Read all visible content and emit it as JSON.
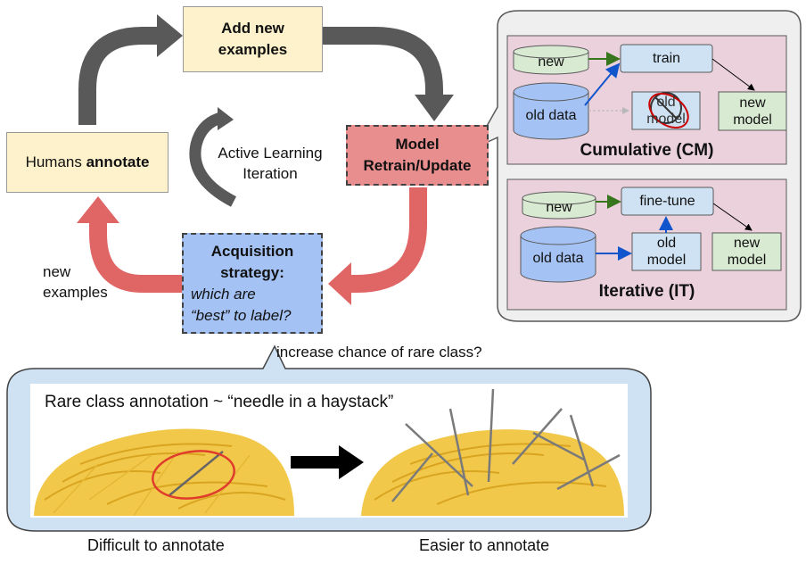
{
  "cycle": {
    "add_examples": "Add new\nexamples",
    "humans_prefix": "Humans ",
    "humans_bold": "annotate",
    "retrain": "Model\nRetrain/Update",
    "acq_title": "Acquisition\nstrategy:",
    "acq_question": "which are\n“best” to label?",
    "active_learning": "Active Learning\nIteration",
    "new_examples_label": "new\nexamples",
    "rare_question": "increase chance of rare class?"
  },
  "cumulative": {
    "title": "Cumulative (CM)",
    "new": "new",
    "old_data": "old data",
    "train": "train",
    "old_model": "old\nmodel",
    "new_model": "new\nmodel"
  },
  "iterative": {
    "title": "Iterative (IT)",
    "new": "new",
    "old_data": "old data",
    "fine_tune": "fine-tune",
    "old_model": "old\nmodel",
    "new_model": "new\nmodel"
  },
  "haystack": {
    "title": "Rare class annotation ~ “needle in a haystack”",
    "left_caption": "Difficult to annotate",
    "right_caption": "Easier to annotate"
  },
  "colors": {
    "yellow_box": "#fdf2cc",
    "red_box": "#e88e8e",
    "blue_box": "#a4c2f4",
    "pink_panel": "#ead1dc",
    "green_box": "#d9ead3",
    "light_blue_box": "#cfe2f3",
    "grey_arrow": "#595959",
    "red_arrow": "#e06666",
    "callout_bg": "#efefef",
    "haystack_bg": "#cfe2f3"
  }
}
